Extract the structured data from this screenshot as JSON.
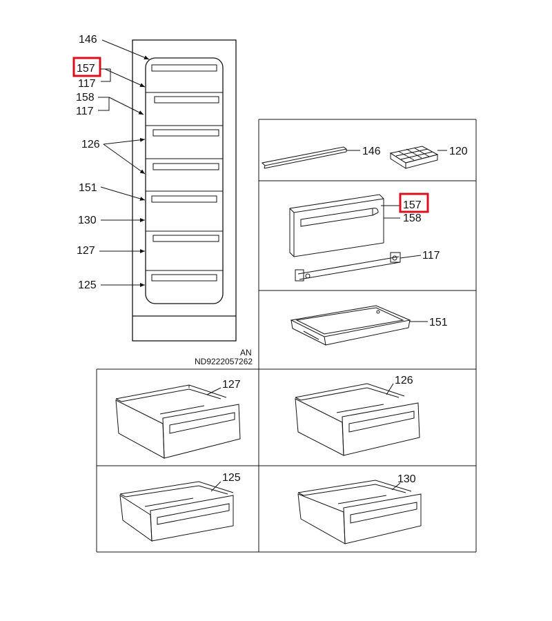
{
  "highlight_color": "#d8101c",
  "doc_code_line1": "AN",
  "doc_code_line2": "ND9222057262",
  "overview_labels": {
    "l146": "146",
    "l157": "157",
    "l117a": "117",
    "l158": "158",
    "l117b": "117",
    "l126": "126",
    "l151": "151",
    "l130": "130",
    "l127": "127",
    "l125": "125"
  },
  "panels": {
    "strip": {
      "l146": "146",
      "l120": "120"
    },
    "door": {
      "l157": "157",
      "l158": "158",
      "l117": "117"
    },
    "tray": {
      "l151": "151"
    },
    "drawer127": {
      "label": "127"
    },
    "drawer126": {
      "label": "126"
    },
    "drawer125": {
      "label": "125"
    },
    "drawer130": {
      "label": "130"
    }
  }
}
